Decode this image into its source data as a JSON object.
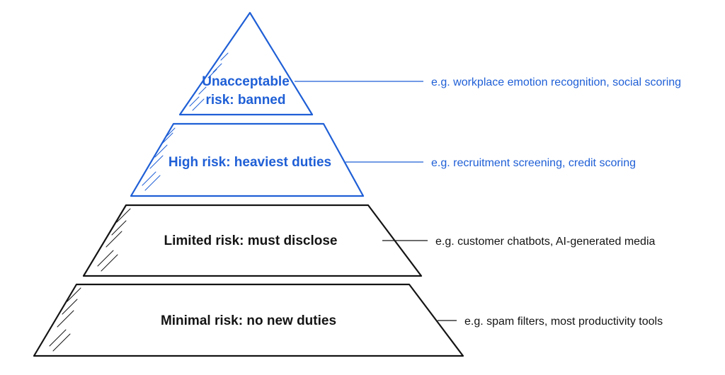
{
  "colors": {
    "accent": "#1f5fd6",
    "ink": "#141414"
  },
  "tiers": [
    {
      "label_lines": [
        "Unacceptable",
        "risk: banned"
      ],
      "example": "e.g. workplace emotion recognition, social scoring",
      "tone": "accent"
    },
    {
      "label_lines": [
        "High risk: heaviest duties"
      ],
      "example": "e.g. recruitment screening, credit scoring",
      "tone": "accent"
    },
    {
      "label_lines": [
        "Limited risk: must disclose"
      ],
      "example": "e.g. customer chatbots, AI-generated media",
      "tone": "ink"
    },
    {
      "label_lines": [
        "Minimal risk: no new duties"
      ],
      "example": "e.g. spam filters, most productivity tools",
      "tone": "ink"
    }
  ]
}
